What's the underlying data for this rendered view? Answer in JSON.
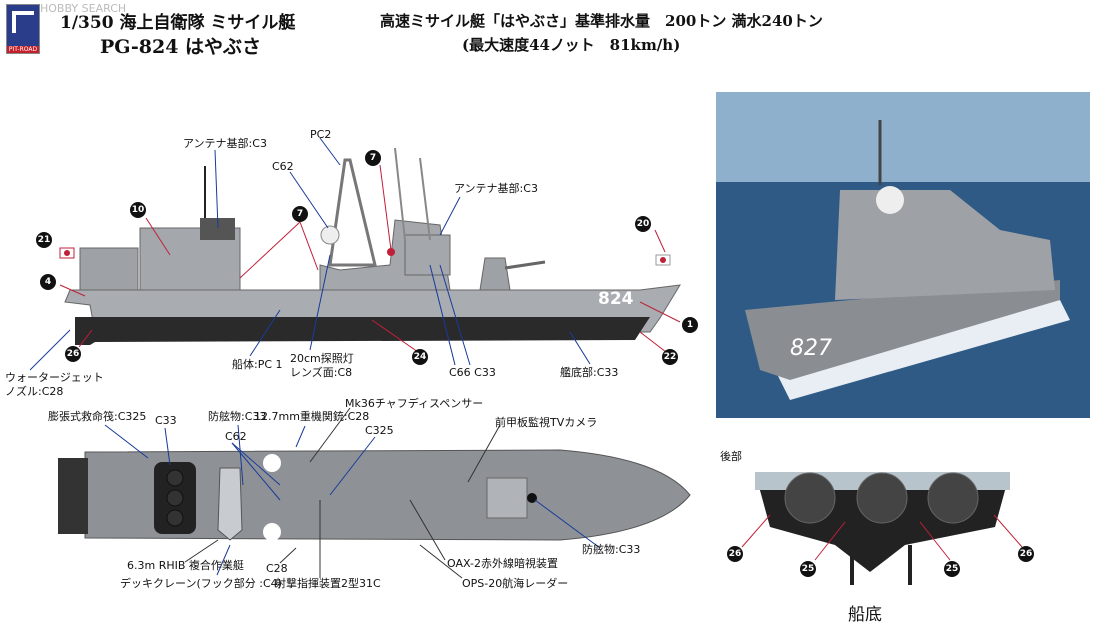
{
  "header": {
    "logo_text": "PIT-ROAD",
    "watermark": "HOBBY SEARCH",
    "title_line1": "1/350 海上自衛隊 ミサイル艇",
    "title_line2": "PG-824 はやぶさ",
    "spec_line1": "高速ミサイル艇「はやぶさ」基準排水量　200トン 満水240トン",
    "spec_line2": "(最大速度44ノット　81km/h)"
  },
  "side_view": {
    "hull_number": "824",
    "labels": {
      "antenna_base_aft": "アンテナ基部:C3",
      "pc2": "PC2",
      "c62": "C62",
      "antenna_base_fwd": "アンテナ基部:C3",
      "hull": "船体:PC 1",
      "searchlight_1": "20cm探照灯",
      "searchlight_2": "レンズ面:C8",
      "c66_c33": "C66 C33",
      "bottom": "艦底部:C33",
      "waterjet_1": "ウォータージェット",
      "waterjet_2": "ノズル:C28"
    },
    "markers": [
      "7",
      "10",
      "7",
      "21",
      "20",
      "4",
      "1",
      "26",
      "24",
      "22"
    ]
  },
  "top_view": {
    "labels": {
      "liferaft": "膨張式救命筏:C325",
      "c33": "C33",
      "fender_aft": "防舷物:C33",
      "mg": "12.7mm重機関銃:C28",
      "mk36": "Mk36チャフディスペンサー",
      "tv_camera": "前甲板監視TVカメラ",
      "c325": "C325",
      "c62": "C62",
      "rhib": "6.3m RHIB 複合作業艇",
      "crane": "デッキクレーン(フック部分 :C4)",
      "c28": "C28",
      "fcs": "射撃指揮装置2型31C",
      "oax": "OAX-2赤外線暗視装置",
      "ops": "OPS-20航海レーダー",
      "fender_fwd": "防舷物:C33"
    }
  },
  "photo": {
    "hull_number": "827"
  },
  "stern_view": {
    "label_top": "後部",
    "caption": "船底",
    "markers": [
      "26",
      "25",
      "25",
      "26"
    ]
  },
  "colors": {
    "hull_gray": "#a9adb2",
    "bottom": "#2a2a2a",
    "leader_blue": "#1a3a9a",
    "leader_red": "#c0203a",
    "sea": "#2f5a86"
  }
}
